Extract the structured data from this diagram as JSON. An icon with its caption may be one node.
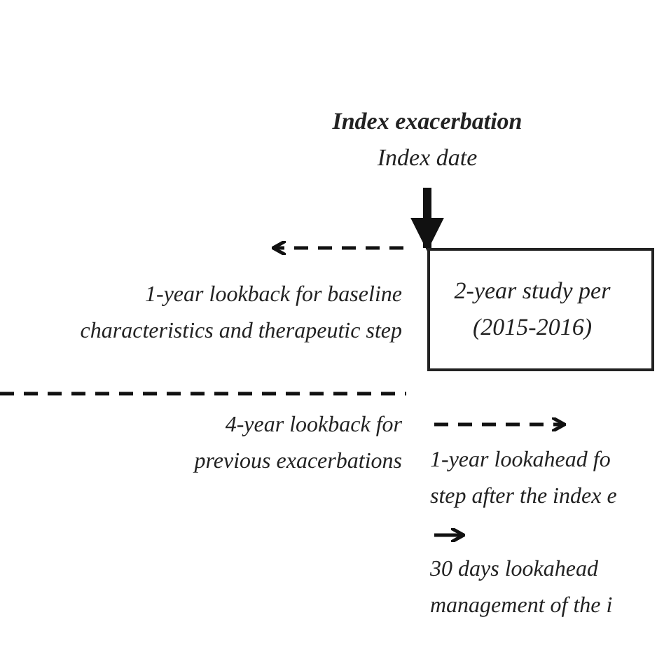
{
  "diagram": {
    "nodes": [
      {
        "text": [
          "Index exacerbation",
          "Index date"
        ]
      },
      {
        "text": [
          "2-year study per (2015-2016)"
        ]
      }
    ],
    "edges": [
      {
        "from": 0,
        "to": 1,
        "arrow": "to"
      }
    ],
    "labels": [
      "1-year lookback for baseline characteristics and therapeutic step",
      "4-year lookback for previous exacerbations",
      "1-year lookahead fo step after the index e",
      "30 days lookahead management of the i"
    ]
  }
}
